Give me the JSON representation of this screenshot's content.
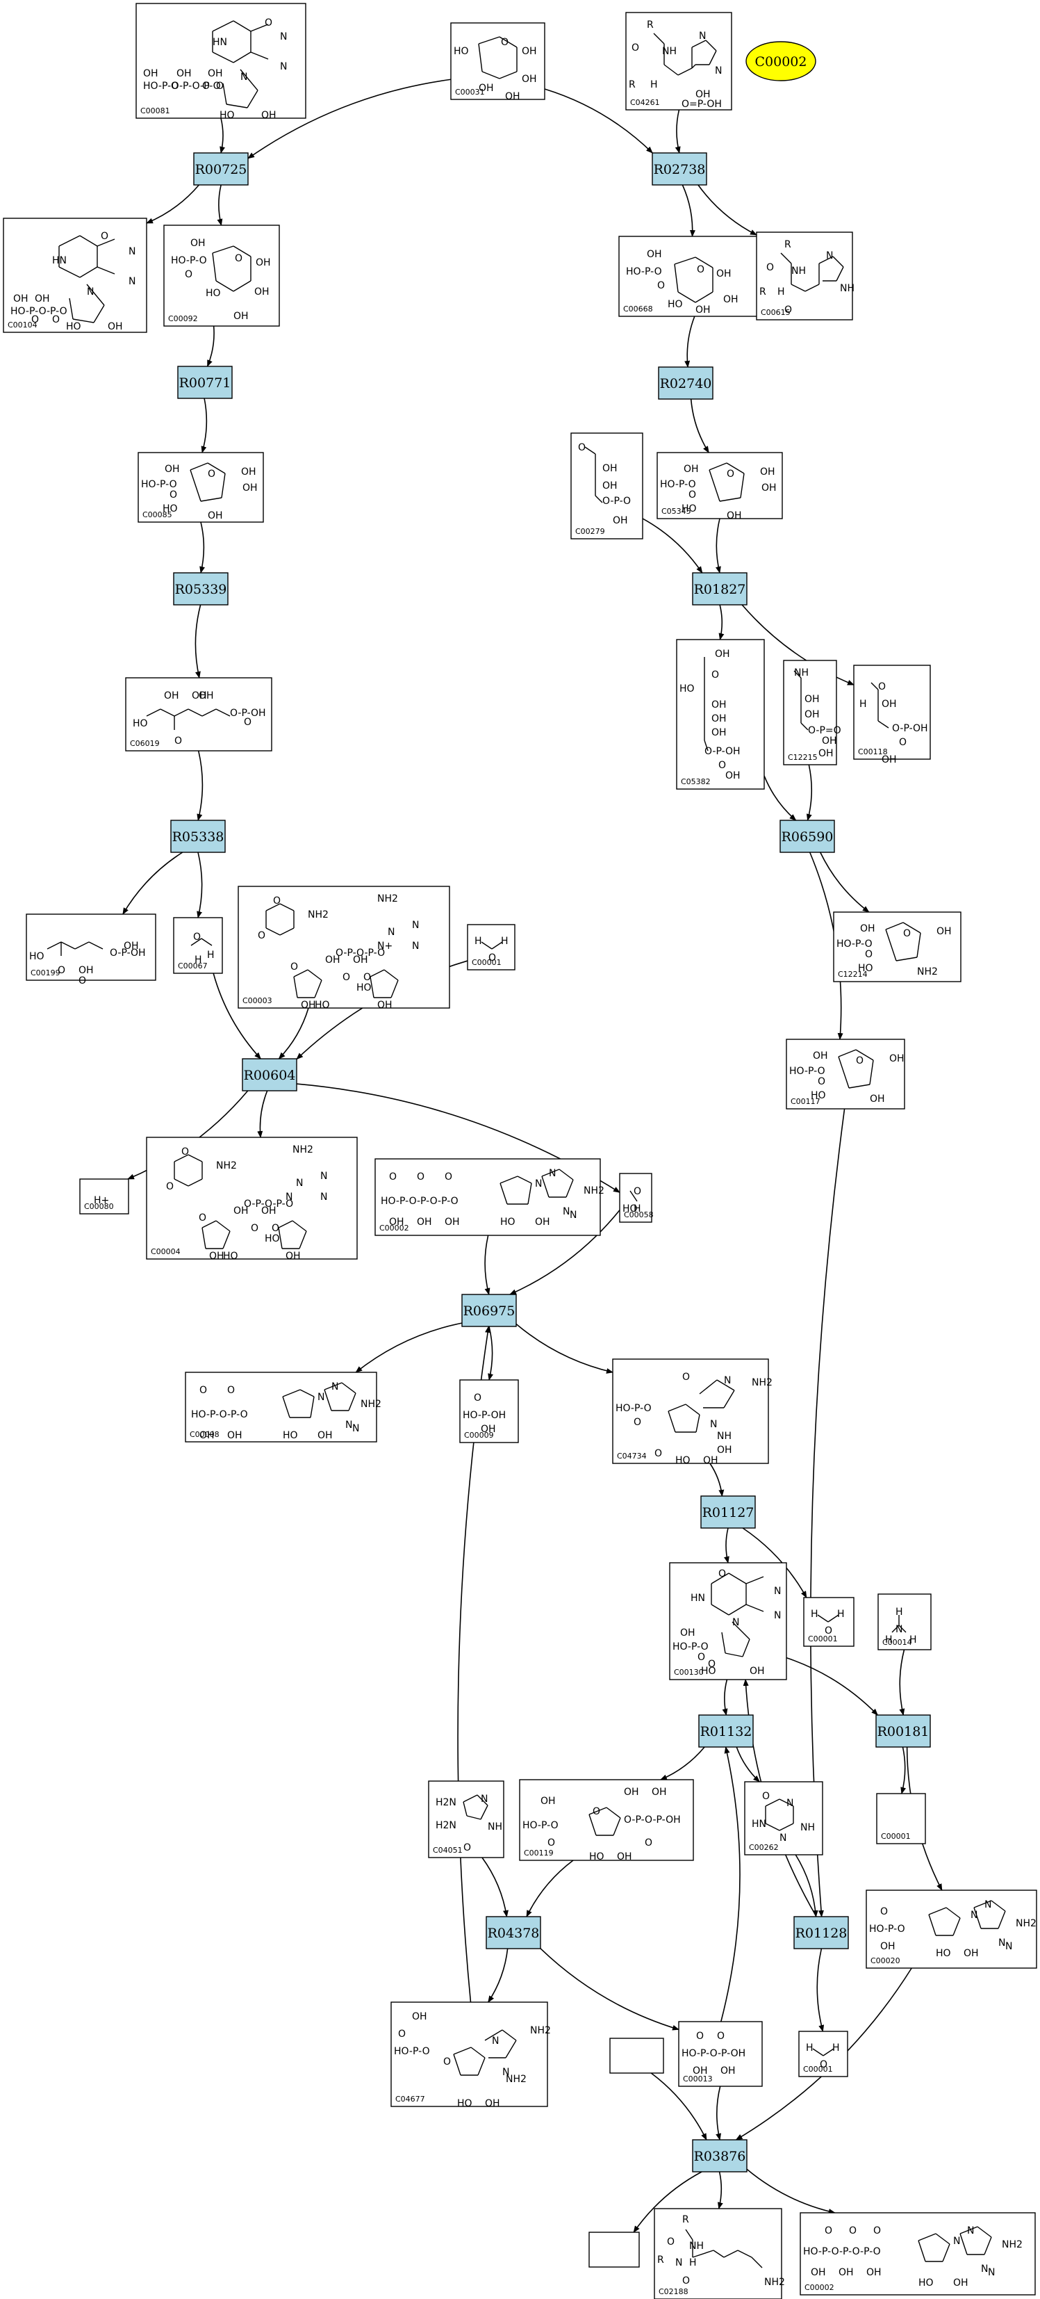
{
  "highlight": {
    "label": "C00002",
    "color": "#ffff00"
  },
  "colors": {
    "reaction": "#add8e6",
    "compound": "#ffffff",
    "edge": "#000000"
  },
  "reactions": [
    {
      "id": "R00725"
    },
    {
      "id": "R02738"
    },
    {
      "id": "R00771"
    },
    {
      "id": "R02740"
    },
    {
      "id": "R05339"
    },
    {
      "id": "R01827"
    },
    {
      "id": "R05338"
    },
    {
      "id": "R06590"
    },
    {
      "id": "R00604"
    },
    {
      "id": "R06975"
    },
    {
      "id": "R01127"
    },
    {
      "id": "R01132"
    },
    {
      "id": "R00181"
    },
    {
      "id": "R04378"
    },
    {
      "id": "R01128"
    },
    {
      "id": "R03876"
    }
  ],
  "compounds": [
    {
      "id": "C00081",
      "atoms": [
        "O",
        "HN",
        "N",
        "N",
        "N",
        "OH",
        "OH",
        "OH",
        "HO-P-O-P-O-P-O",
        "O",
        "O",
        "O",
        "HO",
        "OH"
      ]
    },
    {
      "id": "C00031",
      "atoms": [
        "HO",
        "O",
        "OH",
        "OH",
        "OH",
        "OH"
      ]
    },
    {
      "id": "C04261",
      "atoms": [
        "R",
        "O",
        "NH",
        "N",
        "N",
        "R",
        "H",
        "OH",
        "O=P-OH"
      ]
    },
    {
      "id": "C00104",
      "atoms": [
        "O",
        "HN",
        "N",
        "N",
        "N",
        "OH",
        "OH",
        "HO-P-O-P-O",
        "O",
        "O",
        "HO",
        "OH"
      ]
    },
    {
      "id": "C00092",
      "atoms": [
        "OH",
        "HO-P-O",
        "O",
        "O",
        "OH",
        "HO",
        "OH",
        "OH"
      ]
    },
    {
      "id": "C00668",
      "atoms": [
        "OH",
        "HO-P-O",
        "O",
        "O",
        "OH",
        "HO",
        "OH",
        "OH"
      ]
    },
    {
      "id": "C00615",
      "atoms": [
        "R",
        "O",
        "NH",
        "N",
        "NH",
        "R",
        "H",
        "O"
      ]
    },
    {
      "id": "C00085",
      "atoms": [
        "OH",
        "HO-P-O",
        "O",
        "O",
        "OH",
        "HO",
        "OH",
        "OH"
      ]
    },
    {
      "id": "C00279",
      "atoms": [
        "O",
        "OH",
        "OH",
        "O-P-O",
        "OH"
      ]
    },
    {
      "id": "C05345",
      "atoms": [
        "OH",
        "HO-P-O",
        "O",
        "O",
        "OH",
        "HO",
        "OH",
        "OH"
      ]
    },
    {
      "id": "C06019",
      "atoms": [
        "HO",
        "OH",
        "OH",
        "O",
        "OH",
        "O-P-OH",
        "O"
      ]
    },
    {
      "id": "C05382",
      "atoms": [
        "OH",
        "O",
        "HO",
        "OH",
        "OH",
        "OH",
        "O-P-OH",
        "O",
        "OH"
      ]
    },
    {
      "id": "C12215",
      "atoms": [
        "NH",
        "OH",
        "OH",
        "O-P=O",
        "OH",
        "OH"
      ]
    },
    {
      "id": "C00118",
      "atoms": [
        "O",
        "H",
        "OH",
        "O-P-OH",
        "O",
        "OH"
      ]
    },
    {
      "id": "C00199",
      "atoms": [
        "HO",
        "O",
        "OH",
        "O-P-OH",
        "OH",
        "O"
      ]
    },
    {
      "id": "C00067",
      "atoms": [
        "O",
        "H",
        "H"
      ]
    },
    {
      "id": "C00003",
      "atoms": [
        "O",
        "NH2",
        "NH2",
        "N",
        "N",
        "N",
        "N+",
        "O",
        "O",
        "O-P-O-P-O",
        "OH",
        "OH",
        "O",
        "O",
        "HO",
        "OH",
        "HO",
        "OH"
      ]
    },
    {
      "id": "C00001",
      "atoms": [
        "H",
        "O",
        "H"
      ]
    },
    {
      "id": "C12214",
      "atoms": [
        "OH",
        "HO-P-O",
        "O",
        "O",
        "OH",
        "HO",
        "NH2"
      ]
    },
    {
      "id": "C00117",
      "atoms": [
        "OH",
        "HO-P-O",
        "O",
        "O",
        "OH",
        "HO",
        "OH"
      ]
    },
    {
      "id": "C00080",
      "atoms": [
        "H+"
      ]
    },
    {
      "id": "C00004",
      "atoms": [
        "O",
        "NH2",
        "NH2",
        "N",
        "N",
        "N",
        "N",
        "O",
        "O",
        "O-P-O-P-O",
        "OH",
        "OH",
        "O",
        "O",
        "HO",
        "OH",
        "HO",
        "OH"
      ]
    },
    {
      "id": "C00002",
      "atoms": [
        "O",
        "O",
        "O",
        "HO-P-O-P-O-P-O",
        "OH",
        "OH",
        "OH",
        "N",
        "NH2",
        "N",
        "N",
        "N",
        "HO",
        "OH"
      ]
    },
    {
      "id": "C00058",
      "atoms": [
        "O",
        "HO",
        "H"
      ]
    },
    {
      "id": "C00008",
      "atoms": [
        "O",
        "O",
        "HO-P-O-P-O",
        "OH",
        "OH",
        "N",
        "NH2",
        "N",
        "N",
        "N",
        "HO",
        "OH"
      ]
    },
    {
      "id": "C00009",
      "atoms": [
        "O",
        "HO-P-OH",
        "OH"
      ]
    },
    {
      "id": "C04734",
      "atoms": [
        "O",
        "NH2",
        "N",
        "N",
        "NH",
        "HO-P-O",
        "O",
        "OH",
        "O",
        "HO",
        "OH"
      ]
    },
    {
      "id": "C00130",
      "atoms": [
        "O",
        "HN",
        "N",
        "N",
        "N",
        "OH",
        "HO-P-O",
        "O",
        "O",
        "HO",
        "OH"
      ]
    },
    {
      "id": "C00014",
      "atoms": [
        "H",
        "N",
        "H",
        "H"
      ]
    },
    {
      "id": "C04051",
      "atoms": [
        "H2N",
        "N",
        "NH",
        "H2N",
        "O"
      ]
    },
    {
      "id": "C00119",
      "atoms": [
        "OH",
        "OH",
        "OH",
        "HO-P-O",
        "O",
        "O-P-O-P-OH",
        "O",
        "O",
        "HO",
        "OH"
      ]
    },
    {
      "id": "C00262",
      "atoms": [
        "O",
        "N",
        "HN",
        "NH",
        "N"
      ]
    },
    {
      "id": "C00020",
      "atoms": [
        "O",
        "HO-P-O",
        "OH",
        "N",
        "NH2",
        "N",
        "N",
        "N",
        "HO",
        "OH"
      ]
    },
    {
      "id": "C04677",
      "atoms": [
        "OH",
        "O",
        "HO-P-O",
        "O",
        "N",
        "NH2",
        "N",
        "NH2",
        "HO",
        "OH"
      ]
    },
    {
      "id": "C00013",
      "atoms": [
        "O",
        "O",
        "HO-P-O-P-OH",
        "OH",
        "OH"
      ]
    },
    {
      "id": "C02188",
      "atoms": [
        "R",
        "O",
        "NH",
        "R",
        "N",
        "H",
        "O",
        "NH2"
      ]
    }
  ]
}
